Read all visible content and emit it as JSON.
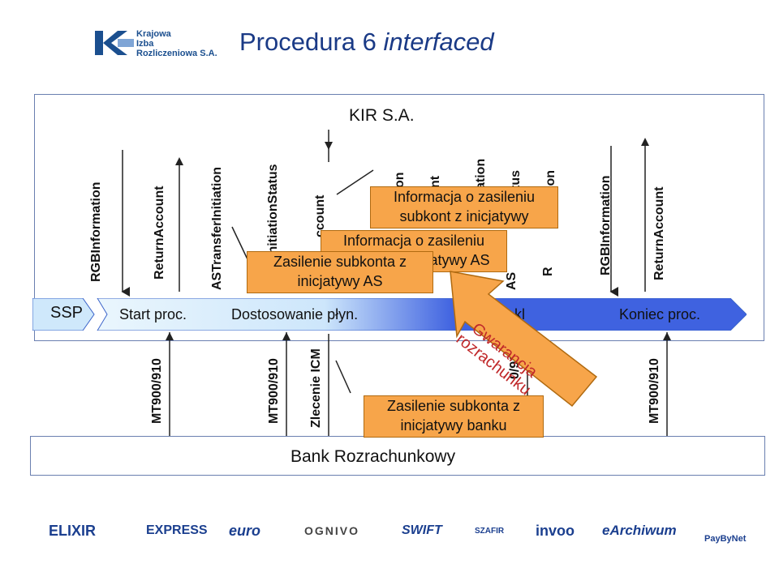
{
  "header": {
    "logo_line1": "Krajowa",
    "logo_line2": "Izba",
    "logo_line3": "Rozliczeniowa S.A.",
    "title_plain": "Procedura 6 ",
    "title_italic": "interfaced"
  },
  "panel": {
    "title": "KIR S.A."
  },
  "top_messages": [
    "RGBInformation",
    "ReturnAccount",
    "ASTransferInitiation",
    "InitiationStatus",
    "ccount",
    "on",
    "nt",
    "ation",
    "tus",
    "ion",
    "RGBInformation",
    "ReturnAccount"
  ],
  "ssp": {
    "label": "SSP",
    "stage_start": "Start proc.",
    "stage_adjust": "Dostosowanie płyn.",
    "stage_mid": "kl",
    "stage_end": "Koniec proc."
  },
  "bottom_messages": [
    "MT900/910",
    "MT900/910",
    "Zlecenie ICM",
    "0/91",
    "MT900/910"
  ],
  "callouts": {
    "c1": "Informacja o zasileniu subkont z inicjatywy",
    "c2": "Informacja o zasileniu subkont z inicjatywy AS",
    "c3": "Zasilenie subkonta z inicjatywy AS",
    "c4": "Zasilenie subkonta z inicjatywy banku"
  },
  "guarantee": {
    "text1": "Gwarancja",
    "text2": "rozrachunku"
  },
  "bank": {
    "label": "Bank Rozrachunkowy"
  },
  "partial_labels": {
    "as_fragment": "AS",
    "r_fragment": "R"
  },
  "footer_logos": [
    "ELIXIR",
    "EXPRESS",
    "euro",
    "OGNIVO",
    "SWIFT",
    "SZAFIR",
    "invoo",
    "eArchiwum",
    "PayByNet"
  ],
  "colors": {
    "brand_blue": "#1a3a86",
    "callout_orange": "#f7a54a",
    "ssp_band_light": "#dff0fb",
    "ssp_band_dark": "#3f62e0"
  }
}
